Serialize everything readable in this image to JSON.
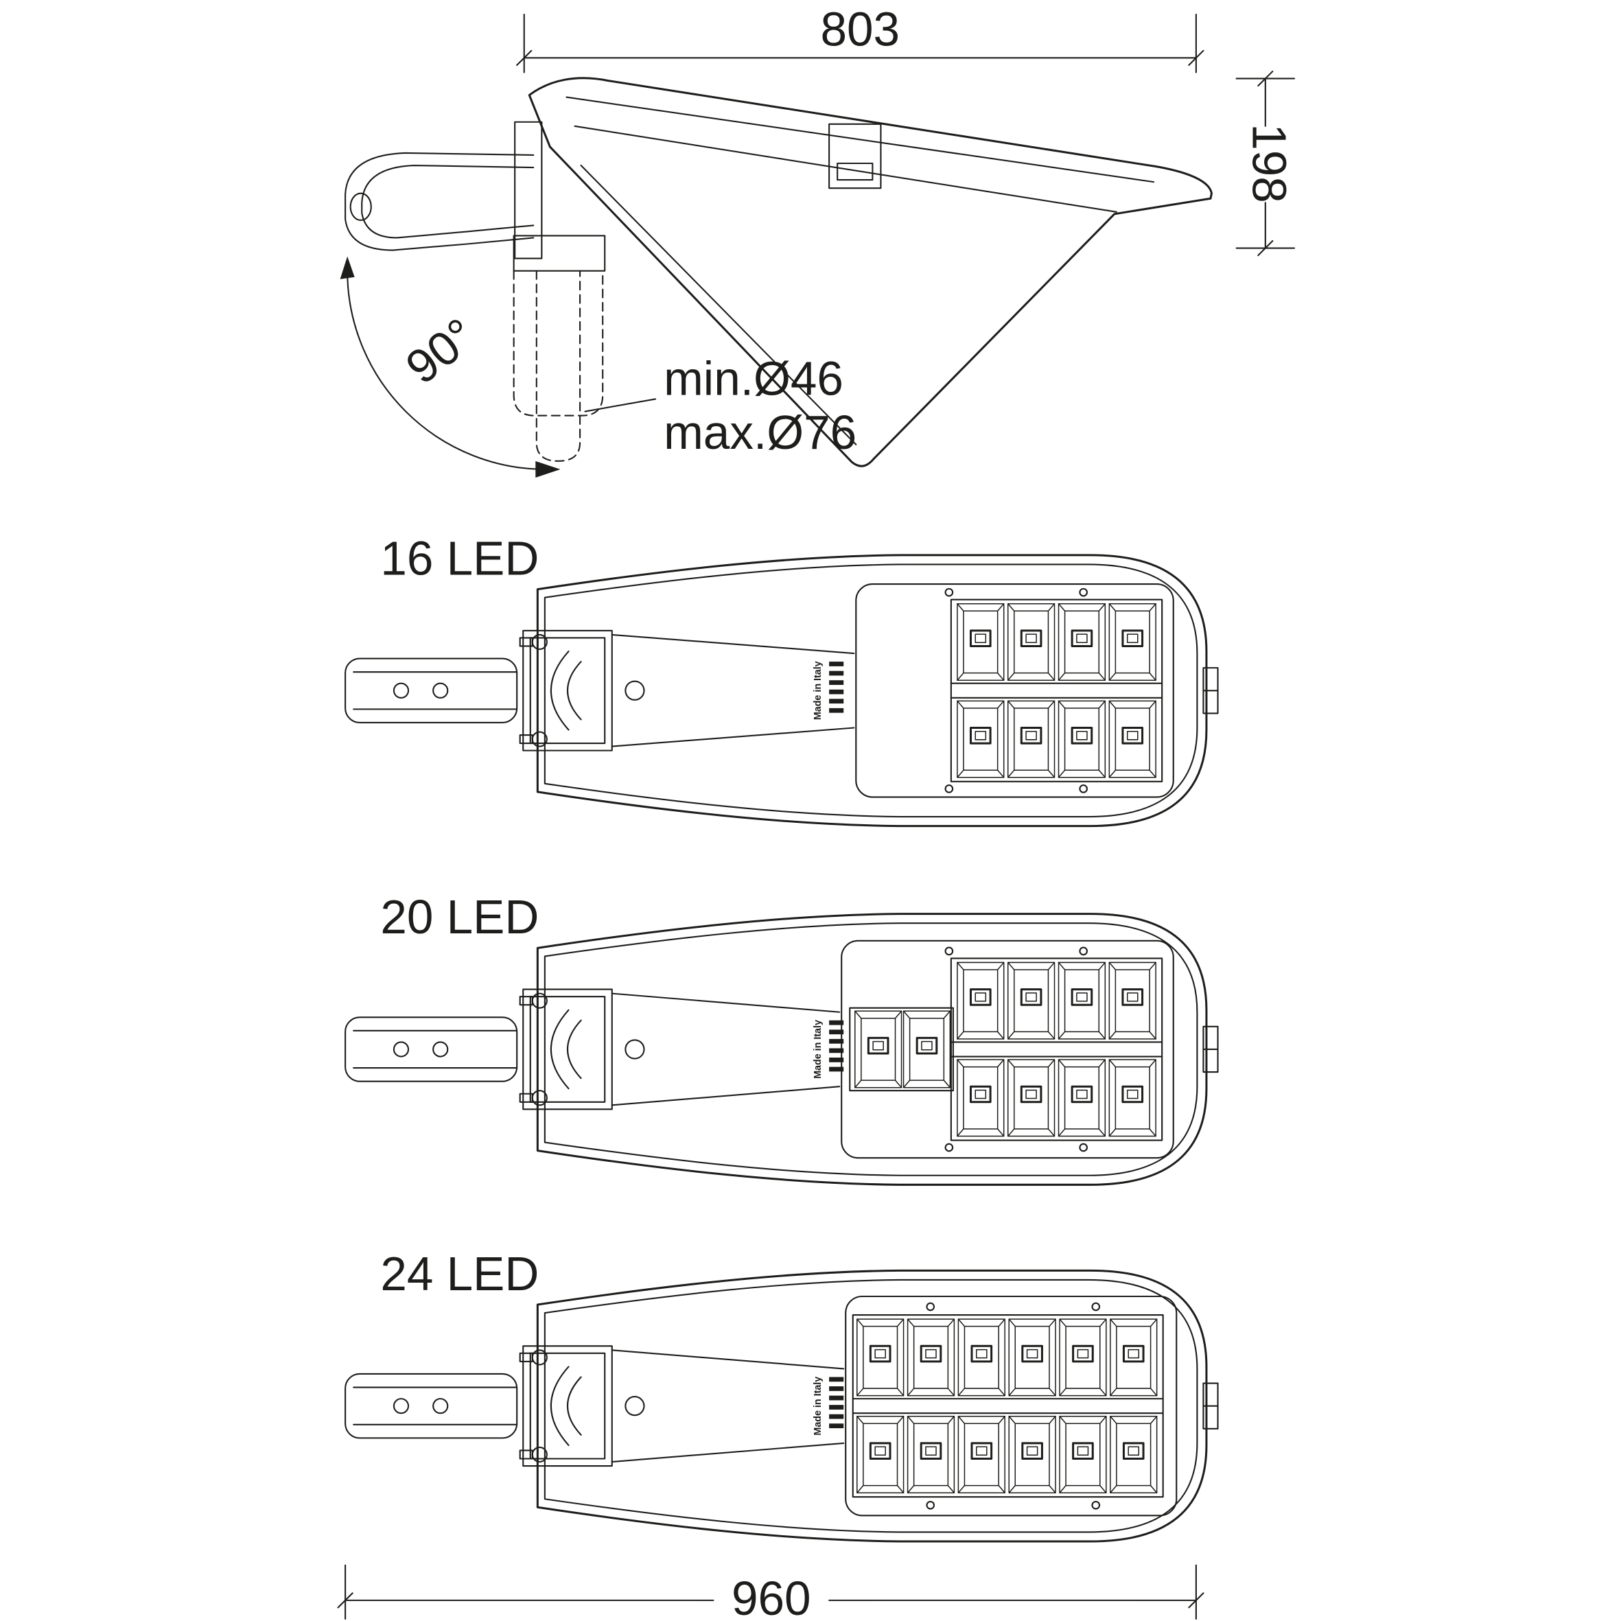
{
  "colors": {
    "line": "#1d1d1b",
    "background": "#ffffff"
  },
  "side_view": {
    "dim_length": "803",
    "dim_height": "198",
    "tilt_angle": "90°",
    "pole_min": "min.Ø46",
    "pole_max": "max.Ø76"
  },
  "views": [
    {
      "label": "16 LED",
      "led_count": 16,
      "modules": 8
    },
    {
      "label": "20 LED",
      "led_count": 20,
      "modules": 10
    },
    {
      "label": "24 LED",
      "led_count": 24,
      "modules": 12
    }
  ],
  "bottom_dim": "960",
  "marks": {
    "made_in_italy": "Made in Italy"
  }
}
